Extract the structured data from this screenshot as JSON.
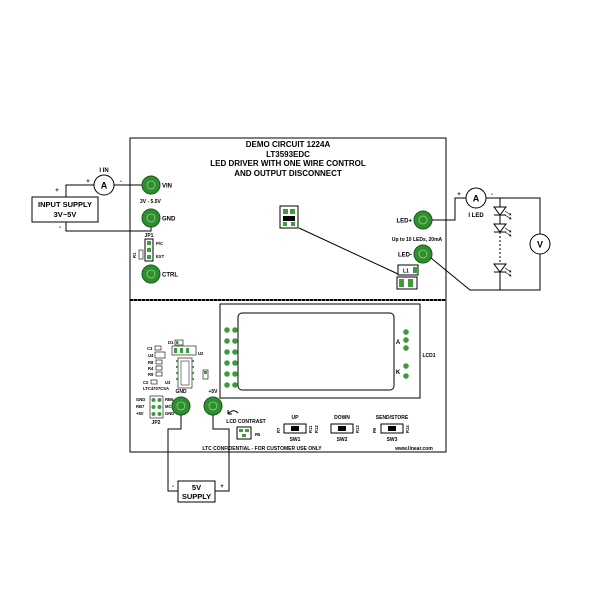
{
  "title": [
    "DEMO CIRCUIT 1224A",
    "LT3593EDC",
    "LED DRIVER WITH ONE WIRE CONTROL",
    "AND OUTPUT DISCONNECT"
  ],
  "input": {
    "current_label": "I IN",
    "ammeter": "A",
    "plus": "+",
    "minus": "-",
    "supply": [
      "INPUT SUPPLY",
      "3V~5V"
    ],
    "supply_plus": "+",
    "supply_minus": "-"
  },
  "terminals": {
    "vin": "VIN",
    "gnd": "GND",
    "ctrl": "CTRL",
    "led_plus": "LED+",
    "led_minus": "LED-",
    "gnd_5v": "GND",
    "plus_5v": "+5V"
  },
  "notes": {
    "vin_range": "3V - 5.5V",
    "led_capacity": "Up to 10 LEDs, 20mA",
    "confidential": "LTC CONFIDENTIAL - FOR CUSTOMER USE ONLY",
    "website": "www.linear.com"
  },
  "jp1": {
    "label": "JP1",
    "opt_top": "P/C",
    "opt_bottom": "EXT",
    "resistor": "R1"
  },
  "output": {
    "ammeter": "A",
    "plus": "+",
    "minus": "-",
    "current_label": "I LED",
    "voltmeter": "V"
  },
  "inductor": {
    "label": "L1"
  },
  "lcd": {
    "label": "LCD1",
    "anode": "A",
    "cathode": "K"
  },
  "components": {
    "d1": "D1",
    "u2": "U2",
    "c3": "C3",
    "u4": "U4",
    "r8": "R8",
    "r4": "R4",
    "r9": "R9",
    "c2": "C2",
    "u3": "U3",
    "ic_part": "LTC4707CSA"
  },
  "jp2": {
    "label": "JP2",
    "left": [
      "GND",
      "RB7",
      "+5V"
    ],
    "right": [
      "RB6",
      "MCLR",
      "GND"
    ]
  },
  "controls": {
    "contrast": "LCD CONTRAST",
    "contrast_resistor": "R5",
    "switches": [
      {
        "label": "UP",
        "ref": "SW1"
      },
      {
        "label": "DOWN",
        "ref": "SW2"
      },
      {
        "label": "SEND/STORE",
        "ref": "SW3"
      }
    ],
    "resistors": [
      "R7",
      "R11",
      "R12",
      "R13",
      "R9",
      "R14"
    ]
  },
  "supply_5v": {
    "box": [
      "5V",
      "SUPPLY"
    ],
    "plus": "+",
    "minus": "-"
  },
  "colors": {
    "terminal": "#2f8f2f",
    "terminal_edge": "#1b5a1b",
    "pad": "#3c9c3c"
  }
}
